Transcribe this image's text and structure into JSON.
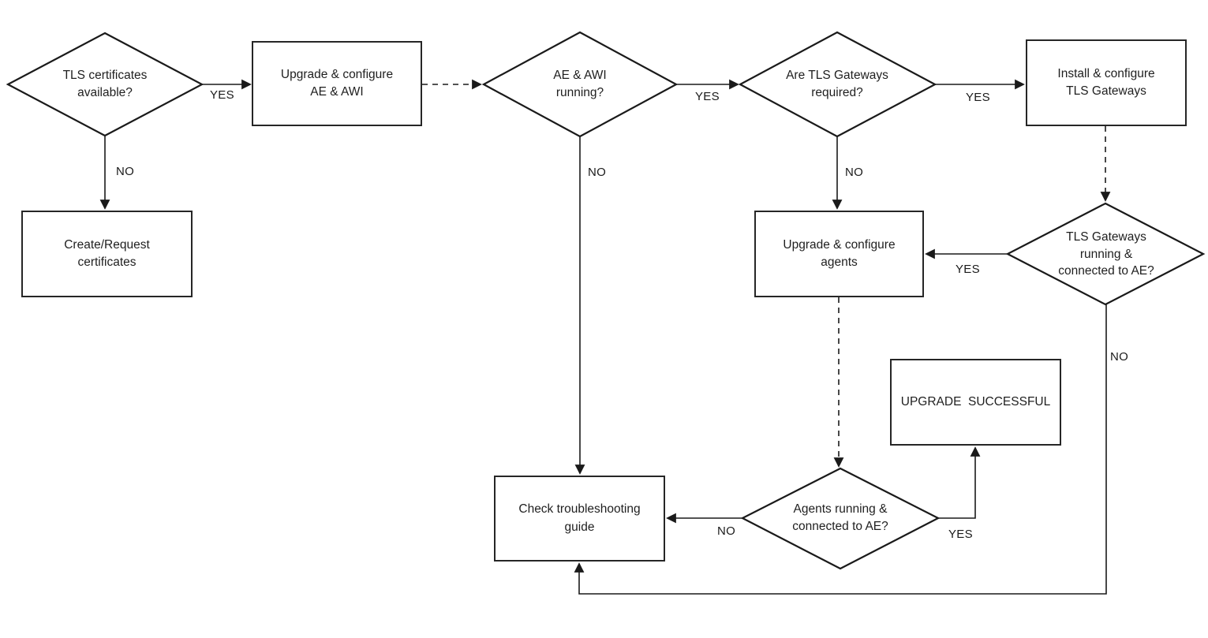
{
  "diagram": {
    "colors": {
      "background": "#ffffff",
      "line": "#1a1a1a",
      "text": "#1f1f1f"
    },
    "nodes": {
      "tls_certs_available": {
        "type": "decision",
        "label": "TLS certificates\navailable?"
      },
      "upgrade_ae_awi": {
        "type": "process",
        "label": "Upgrade & configure\nAE & AWI"
      },
      "ae_awi_running": {
        "type": "decision",
        "label": "AE & AWI\nrunning?"
      },
      "tls_gw_required": {
        "type": "decision",
        "label": "Are TLS Gateways\nrequired?"
      },
      "install_tls_gw": {
        "type": "process",
        "label": "Install & configure\nTLS Gateways"
      },
      "create_certs": {
        "type": "process",
        "label": "Create/Request\ncertificates"
      },
      "tls_gw_running": {
        "type": "decision",
        "label": "TLS Gateways\nrunning &\nconnected to AE?"
      },
      "upgrade_agents": {
        "type": "process",
        "label": "Upgrade & configure\nagents"
      },
      "upgrade_successful": {
        "type": "process",
        "label": "UPGRADE  SUCCESSFUL"
      },
      "agents_running": {
        "type": "decision",
        "label": "Agents running &\nconnected to AE?"
      },
      "check_troubleshooting": {
        "type": "process",
        "label": "Check troubleshooting\nguide"
      }
    },
    "edge_labels": {
      "certs_yes": "YES",
      "certs_no": "NO",
      "ae_awi_yes": "YES",
      "ae_awi_no": "NO",
      "gw_required_yes": "YES",
      "gw_required_no": "NO",
      "gw_running_yes": "YES",
      "gw_running_no": "NO",
      "agents_yes": "YES",
      "agents_no": "NO"
    }
  }
}
